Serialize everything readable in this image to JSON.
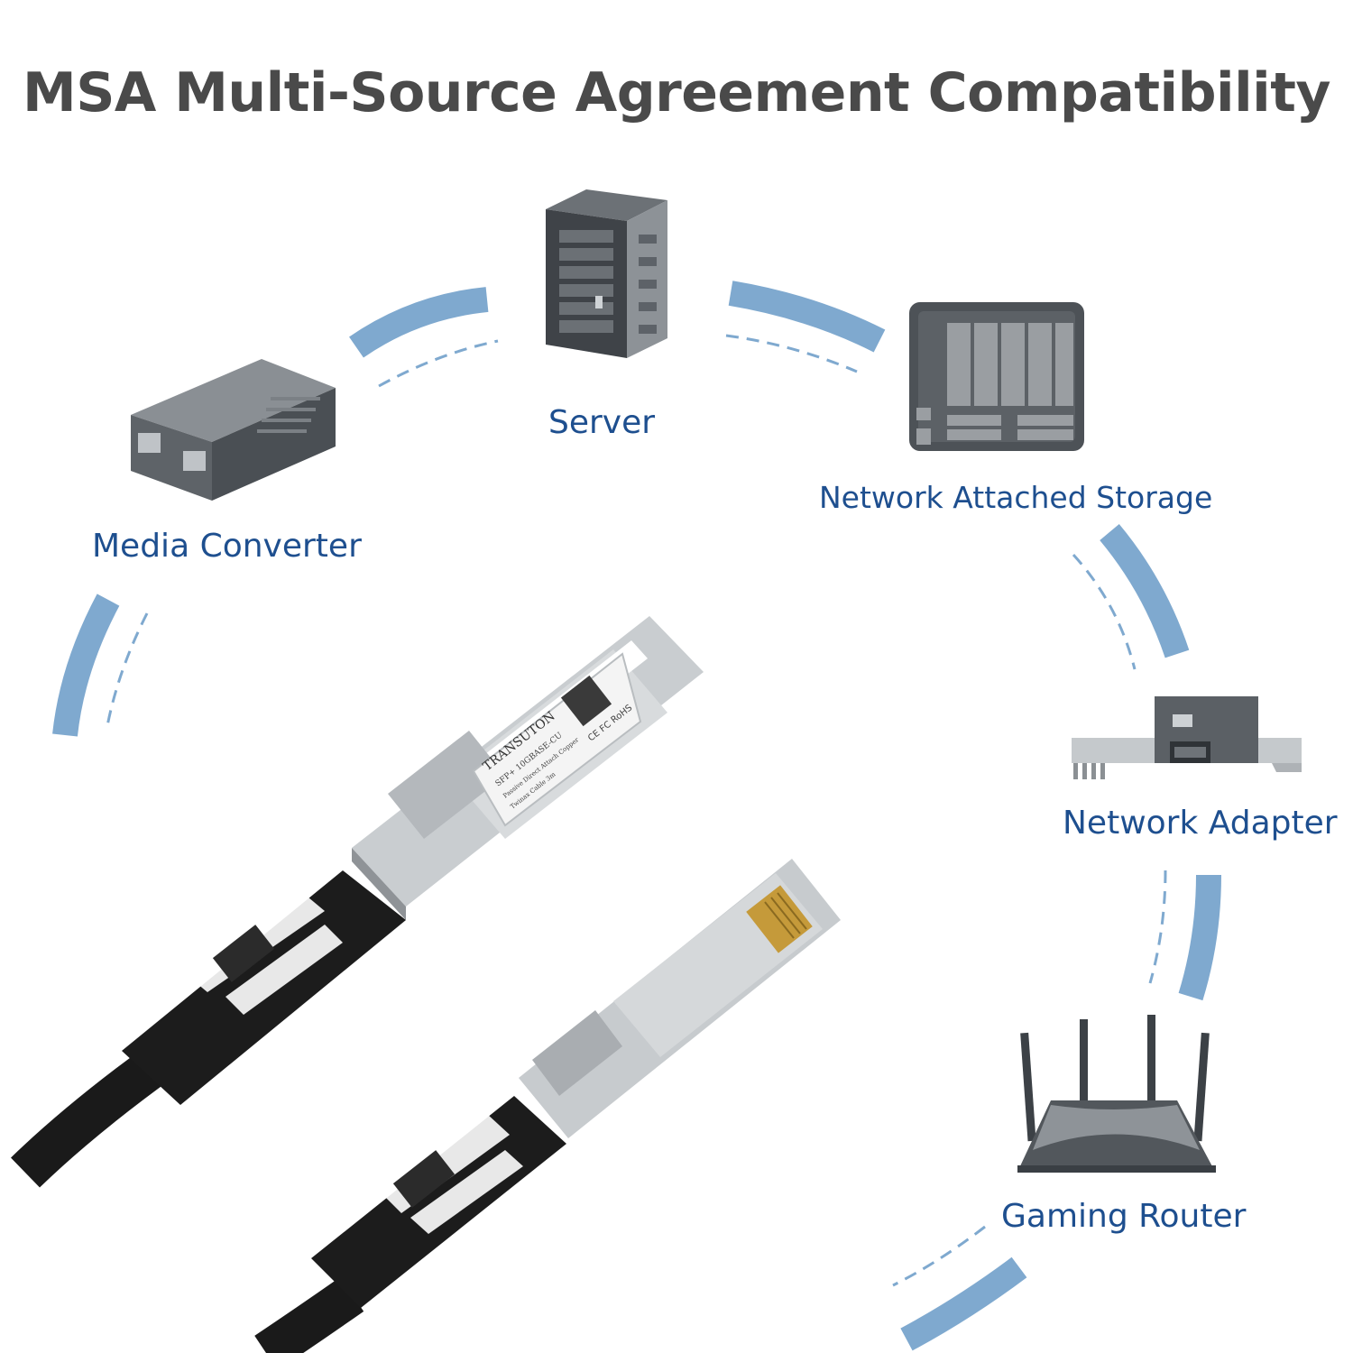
{
  "title": "MSA Multi-Source Agreement Compatibility",
  "devices": {
    "server": "Server",
    "media_converter": "Media Converter",
    "nas": "Network Attached Storage",
    "network_adapter": "Network Adapter",
    "gaming_router": "Gaming Router"
  },
  "module_label": {
    "brand": "TRANSUTON",
    "model": "SFP+ 10GBASE-CU",
    "line1": "Passive Direct Attach Copper",
    "line2": "Twinax Cable 3m",
    "marks": "CE FC RoHS"
  },
  "colors": {
    "title": "#4a4a4a",
    "label": "#1e4f8f",
    "arc": "#7fa9cf",
    "device": "#555a60",
    "cable": "#1a1a1a"
  }
}
